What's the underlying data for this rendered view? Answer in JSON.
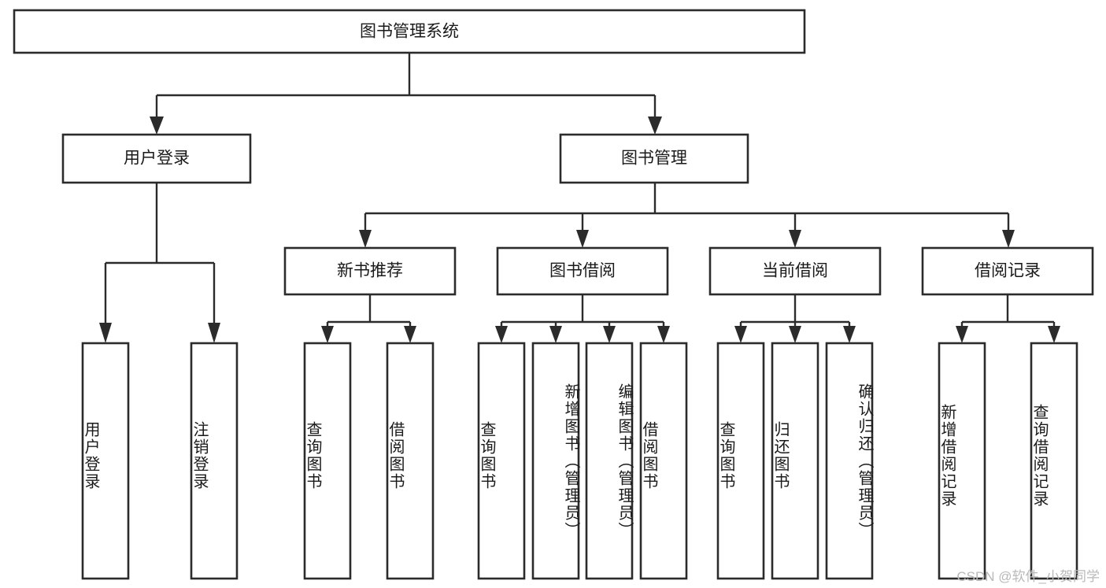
{
  "diagram": {
    "type": "tree-hierarchy-diagram",
    "title": "图书管理系统",
    "watermark": "CSDN @软件_小贺同学",
    "colors": {
      "box_stroke": "#2b2b2b",
      "box_fill": "#ffffff",
      "text": "#1a1a1a",
      "connector": "#2b2b2b",
      "background": "#ffffff",
      "watermark": "#b9b9b9"
    },
    "levels": {
      "root": {
        "label": "图书管理系统"
      },
      "level2": [
        {
          "label": "用户登录"
        },
        {
          "label": "图书管理"
        }
      ],
      "level3": [
        {
          "label": "新书推荐"
        },
        {
          "label": "图书借阅"
        },
        {
          "label": "当前借阅"
        },
        {
          "label": "借阅记录"
        }
      ]
    },
    "leaves": {
      "user_login": [
        {
          "label": "用户登录"
        },
        {
          "label": "注销登录"
        }
      ],
      "new_book_recommend": [
        {
          "label": "查询图书"
        },
        {
          "label": "借阅图书"
        }
      ],
      "book_borrow": [
        {
          "label": "查询图书"
        },
        {
          "label": "新增图书（管理员）"
        },
        {
          "label": "编辑图书（管理员）"
        },
        {
          "label": "借阅图书"
        }
      ],
      "current_borrow": [
        {
          "label": "查询图书"
        },
        {
          "label": "归还图书"
        },
        {
          "label": "确认归还（管理员）"
        }
      ],
      "borrow_record": [
        {
          "label": "新增借阅记录"
        },
        {
          "label": "查询借阅记录"
        }
      ]
    }
  }
}
